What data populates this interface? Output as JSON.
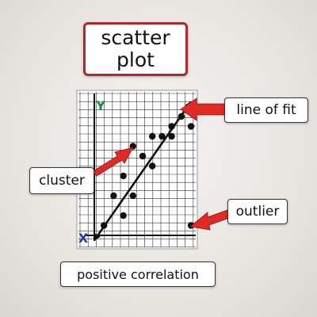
{
  "title": {
    "line1": "scatter",
    "line2": "plot"
  },
  "labels": {
    "line_of_fit": "line of fit",
    "cluster": "cluster",
    "outlier": "outlier",
    "positive_correlation": "positive correlation"
  },
  "axes": {
    "y": "Y",
    "x": "X"
  },
  "colors": {
    "title_border": "#b0282d",
    "arrow": "#e02a25",
    "y_axis_letter": "#1e8a3a",
    "x_axis_letter": "#1f3fb0",
    "grid": "#333333",
    "point": "#111111"
  },
  "chart_data": {
    "type": "scatter",
    "xlim": [
      0,
      10
    ],
    "ylim": [
      0,
      14
    ],
    "points": [
      {
        "x": 1,
        "y": 1
      },
      {
        "x": 2,
        "y": 4
      },
      {
        "x": 3,
        "y": 6
      },
      {
        "x": 3,
        "y": 2
      },
      {
        "x": 4,
        "y": 4
      },
      {
        "x": 4,
        "y": 9
      },
      {
        "x": 5,
        "y": 8
      },
      {
        "x": 6,
        "y": 7
      },
      {
        "x": 6,
        "y": 10
      },
      {
        "x": 7,
        "y": 10
      },
      {
        "x": 8,
        "y": 10
      },
      {
        "x": 8,
        "y": 11
      },
      {
        "x": 9,
        "y": 12
      },
      {
        "x": 10,
        "y": 11
      },
      {
        "x": 10,
        "y": 1
      }
    ],
    "fit_line": {
      "x": [
        0,
        10
      ],
      "y": [
        -0.5,
        13.5
      ]
    }
  }
}
